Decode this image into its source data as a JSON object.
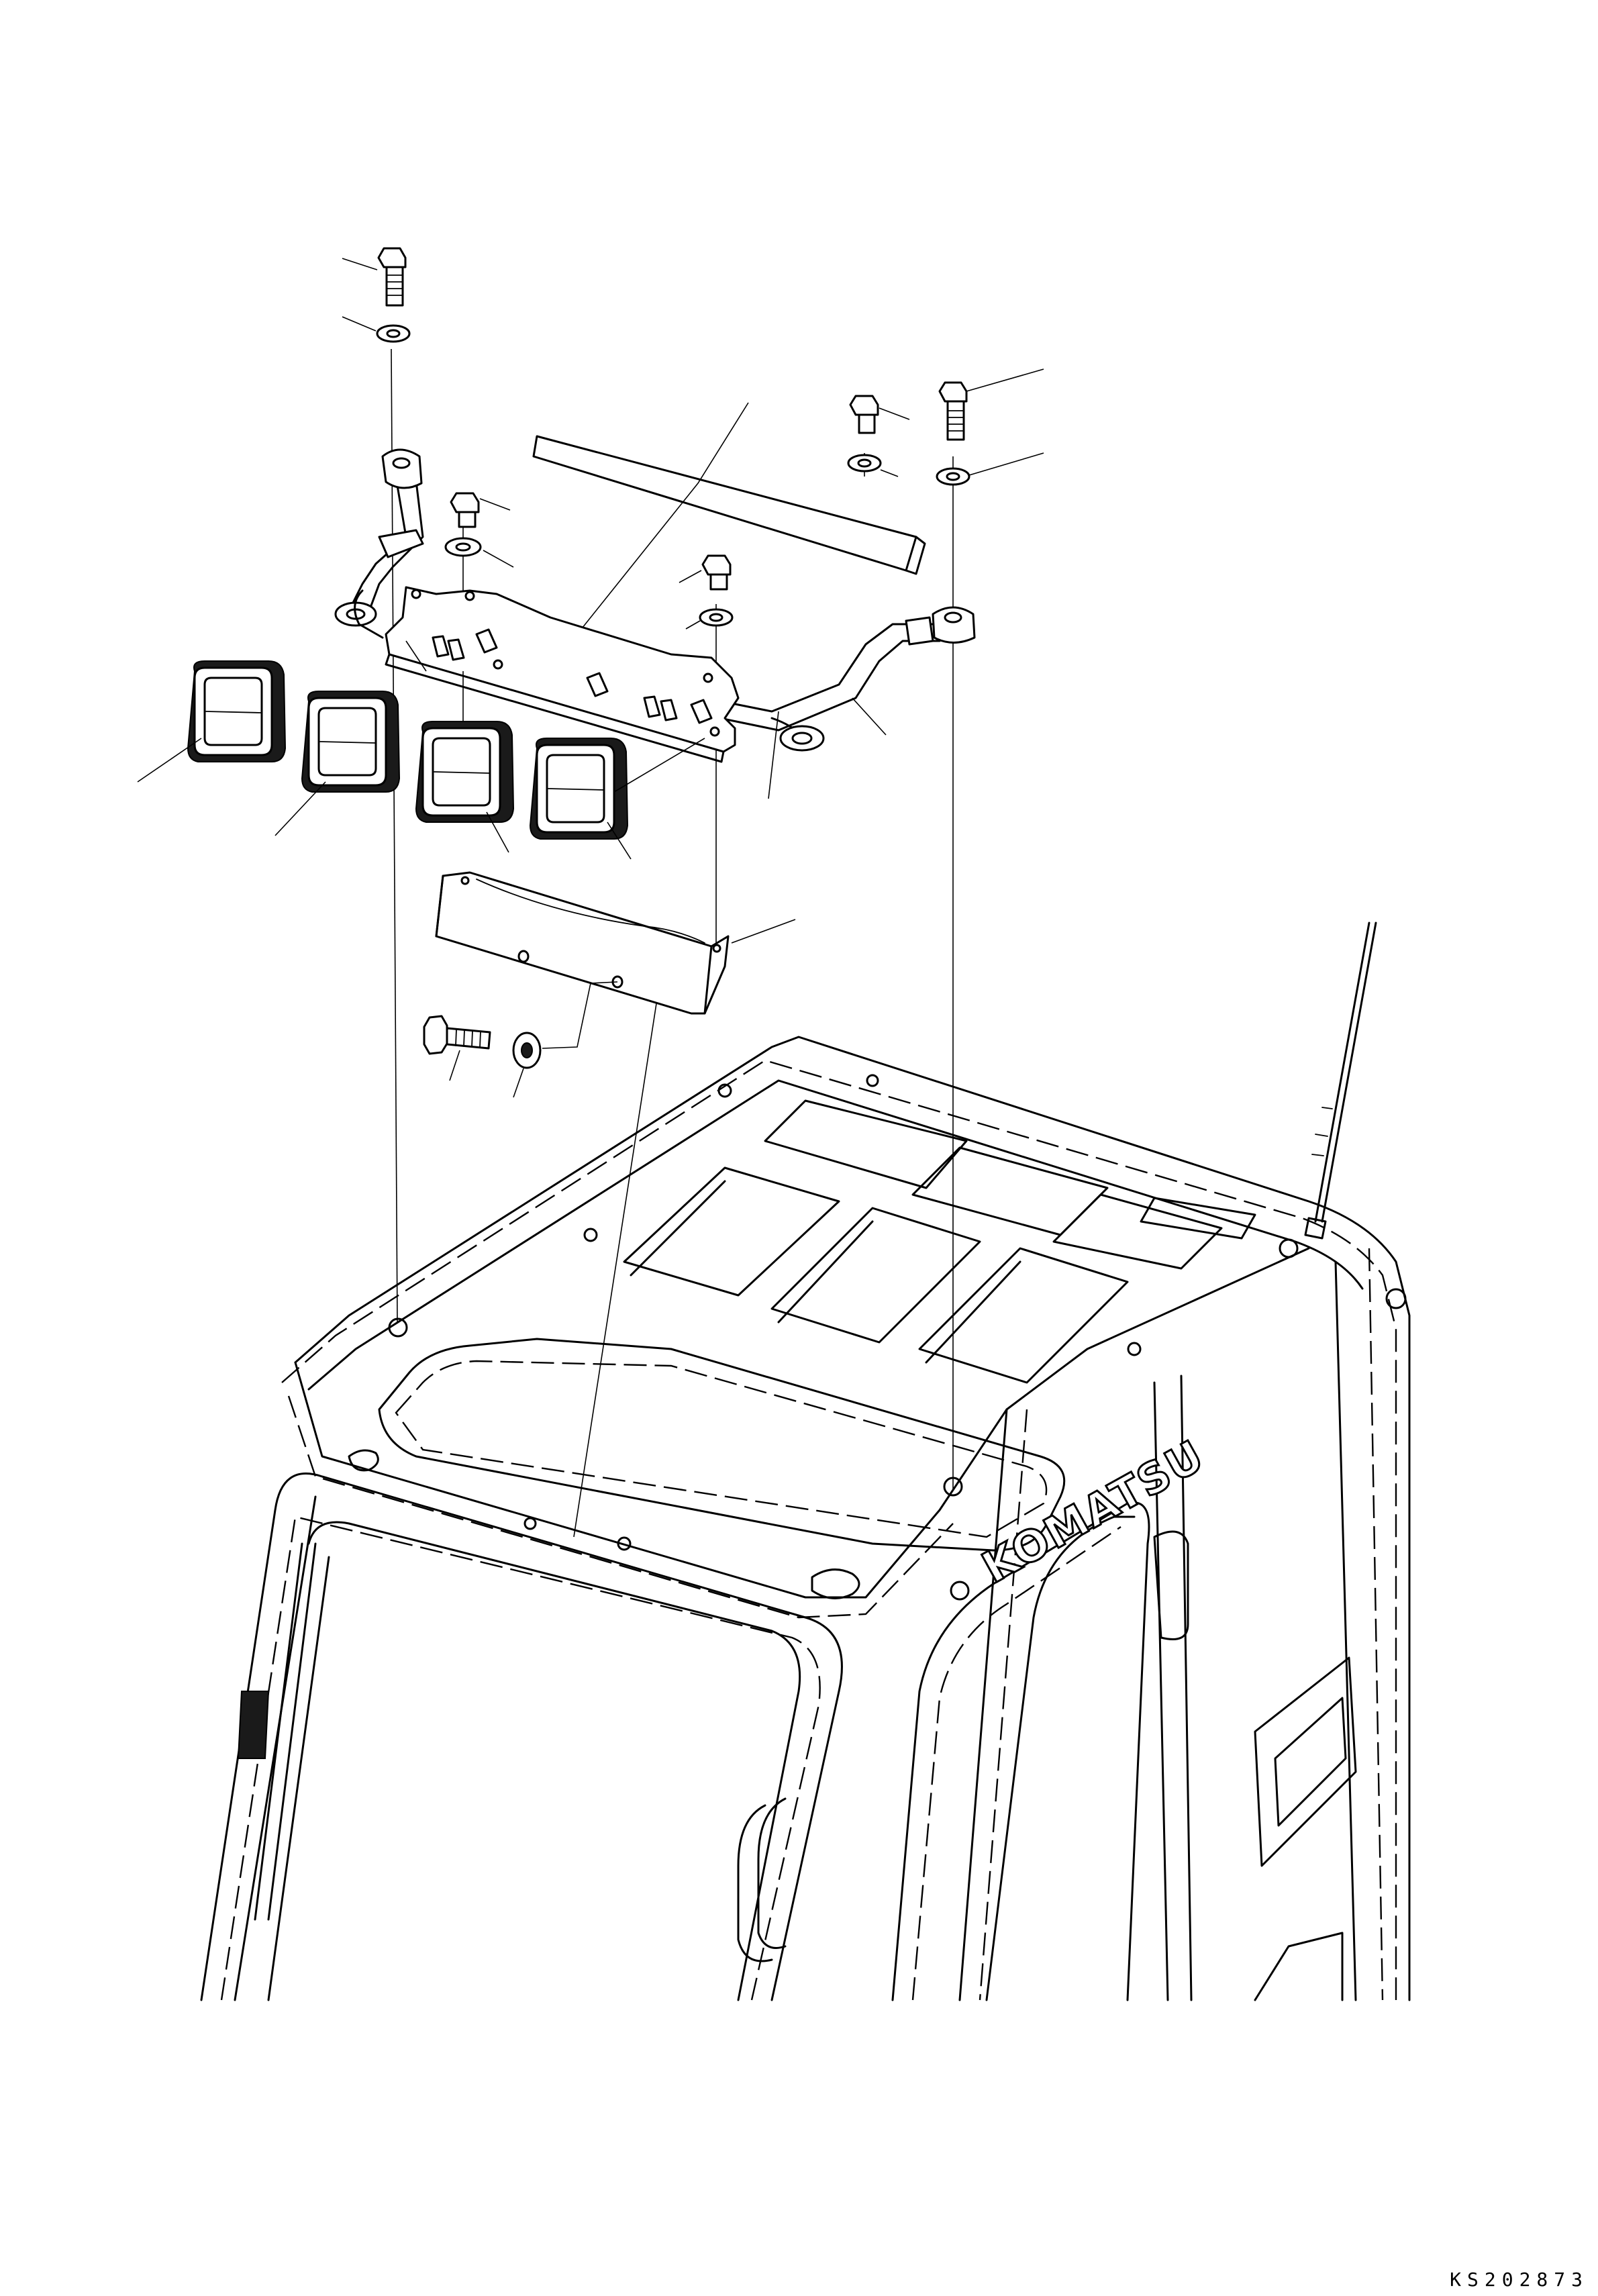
{
  "diagram": {
    "drawing_code": "KS202873",
    "brand_logo": "KOMATSU",
    "parts": [
      {
        "id": "bolt-upper-left",
        "icon": "hex-bolt-icon"
      },
      {
        "id": "washer-upper-left",
        "icon": "washer-icon"
      },
      {
        "id": "wire-harness",
        "icon": "harness-icon"
      },
      {
        "id": "cover-strip",
        "icon": "strip-icon"
      },
      {
        "id": "bolt-upper-mid",
        "icon": "hex-bolt-icon"
      },
      {
        "id": "washer-upper-mid",
        "icon": "washer-icon"
      },
      {
        "id": "bolt-upper-right",
        "icon": "hex-bolt-icon"
      },
      {
        "id": "washer-upper-right",
        "icon": "washer-icon"
      },
      {
        "id": "bolt-bracket-left",
        "icon": "hex-bolt-icon"
      },
      {
        "id": "washer-bracket-left",
        "icon": "washer-icon"
      },
      {
        "id": "bolt-bracket-mid",
        "icon": "hex-bolt-icon"
      },
      {
        "id": "washer-bracket-mid",
        "icon": "washer-icon"
      },
      {
        "id": "light-bracket",
        "icon": "bracket-icon"
      },
      {
        "id": "work-lamp-1",
        "icon": "work-lamp-icon"
      },
      {
        "id": "work-lamp-2",
        "icon": "work-lamp-icon"
      },
      {
        "id": "work-lamp-3",
        "icon": "work-lamp-icon"
      },
      {
        "id": "work-lamp-4",
        "icon": "work-lamp-icon"
      },
      {
        "id": "lower-cover",
        "icon": "angle-plate-icon"
      },
      {
        "id": "bolt-lower",
        "icon": "hex-bolt-icon"
      },
      {
        "id": "washer-lower",
        "icon": "washer-icon"
      },
      {
        "id": "cab",
        "icon": "operator-cab-icon"
      },
      {
        "id": "antenna",
        "icon": "antenna-icon"
      }
    ]
  }
}
